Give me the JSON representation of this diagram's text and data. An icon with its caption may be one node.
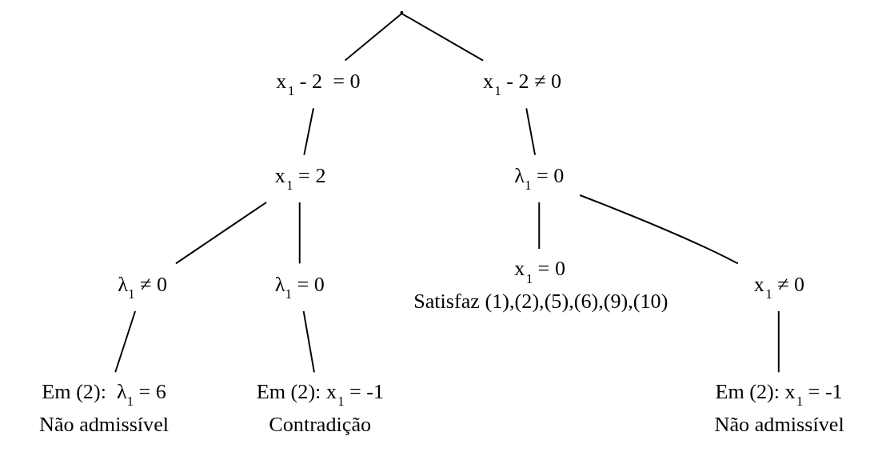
{
  "diagram": {
    "nodes": [
      {
        "text": [],
        "shape": "point"
      },
      {
        "text": [
          "x$_{1}$ - 2  = 0"
        ]
      },
      {
        "text": [
          "x$_{1}$ - 2 ≠ 0"
        ]
      },
      {
        "text": [
          "x$_{1}$ = 2"
        ]
      },
      {
        "text": [
          "λ$_{1}$ = 0"
        ]
      },
      {
        "text": [
          "λ$_{1}$ ≠ 0"
        ]
      },
      {
        "text": [
          "λ$_{1}$ = 0"
        ]
      },
      {
        "text": [
          "x$_{1}$ = 0"
        ],
        "beside": [
          "Satisfaz (1),(2),(5),(6),(9),(10)"
        ]
      },
      {
        "text": [
          "x$_{1}$ ≠ 0"
        ]
      },
      {
        "text": [
          "Em (2):  λ$_{1}$ = 6",
          "Não admissível"
        ]
      },
      {
        "text": [
          "Em (2): x$_{1}$ = -1",
          "Contradição"
        ]
      },
      {
        "text": [
          "Em (2): x$_{1}$ = -1",
          "Não admissível"
        ]
      }
    ],
    "edges": [
      {
        "from": 0,
        "to": 1,
        "arrow": "none"
      },
      {
        "from": 0,
        "to": 2,
        "arrow": "none"
      },
      {
        "from": 1,
        "to": 3,
        "arrow": "none"
      },
      {
        "from": 2,
        "to": 4,
        "arrow": "none"
      },
      {
        "from": 3,
        "to": 5,
        "arrow": "none"
      },
      {
        "from": 3,
        "to": 6,
        "arrow": "none"
      },
      {
        "from": 4,
        "to": 7,
        "arrow": "none"
      },
      {
        "from": 4,
        "to": 8,
        "arrow": "none"
      },
      {
        "from": 5,
        "to": 9,
        "arrow": "none"
      },
      {
        "from": 6,
        "to": 10,
        "arrow": "none"
      },
      {
        "from": 8,
        "to": 11,
        "arrow": "none"
      }
    ]
  }
}
